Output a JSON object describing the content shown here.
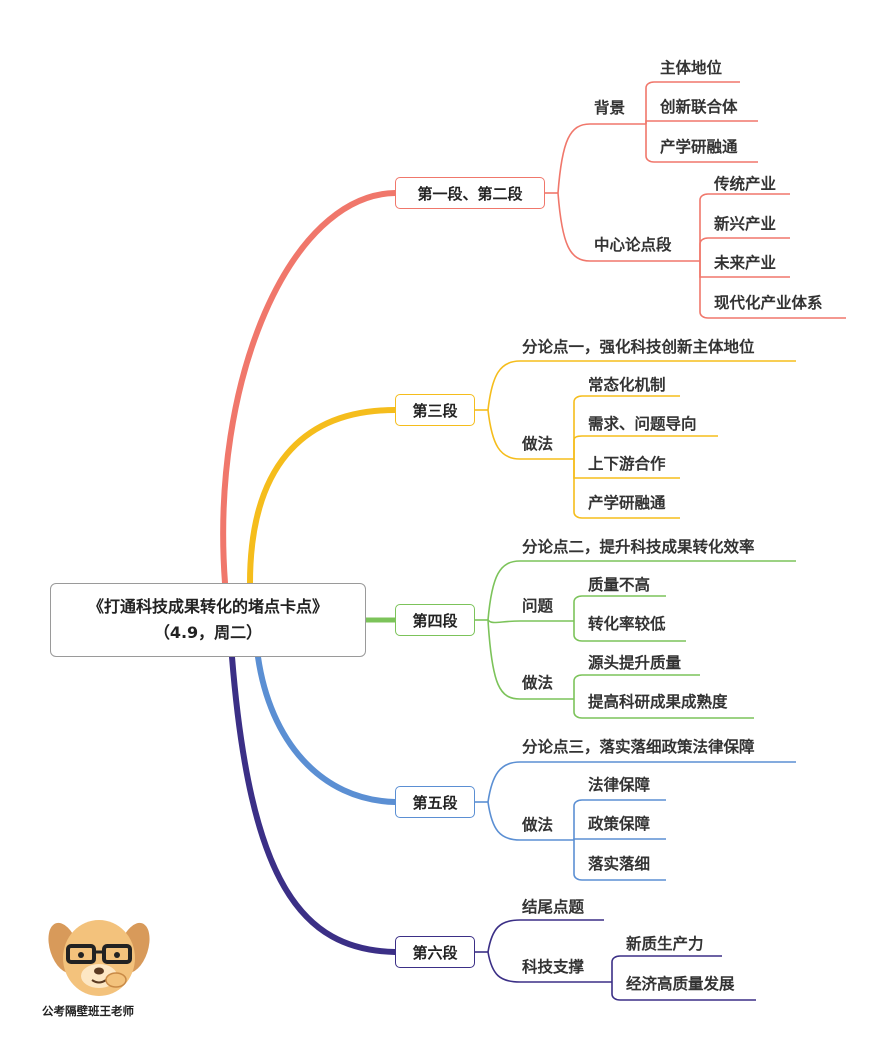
{
  "root": {
    "title": "《打通科技成果转化的堵点卡点》",
    "subtitle": "（4.9，周二）"
  },
  "colors": {
    "red": "#f0776b",
    "yellow": "#f5bd1c",
    "green": "#7cc35a",
    "blue": "#5b8fd3",
    "purple": "#3b2f86"
  },
  "sections": {
    "s1": {
      "label": "第一段、第二段",
      "beijing": {
        "label": "背景",
        "items": [
          "主体地位",
          "创新联合体",
          "产学研融通"
        ]
      },
      "zhongxin": {
        "label": "中心论点段",
        "items": [
          "传统产业",
          "新兴产业",
          "未来产业",
          "现代化产业体系"
        ]
      }
    },
    "s3": {
      "label": "第三段",
      "point": "分论点一，强化科技创新主体地位",
      "zuofa": {
        "label": "做法",
        "items": [
          "常态化机制",
          "需求、问题导向",
          "上下游合作",
          "产学研融通"
        ]
      }
    },
    "s4": {
      "label": "第四段",
      "point": "分论点二，提升科技成果转化效率",
      "wenti": {
        "label": "问题",
        "items": [
          "质量不高",
          "转化率较低"
        ]
      },
      "zuofa": {
        "label": "做法",
        "items": [
          "源头提升质量",
          "提高科研成果成熟度"
        ]
      }
    },
    "s5": {
      "label": "第五段",
      "point": "分论点三，落实落细政策法律保障",
      "zuofa": {
        "label": "做法",
        "items": [
          "法律保障",
          "政策保障",
          "落实落细"
        ]
      }
    },
    "s6": {
      "label": "第六段",
      "jiewei": "结尾点题",
      "keji": {
        "label": "科技支撑",
        "items": [
          "新质生产力",
          "经济高质量发展"
        ]
      }
    }
  },
  "author": "公考隔壁班王老师"
}
